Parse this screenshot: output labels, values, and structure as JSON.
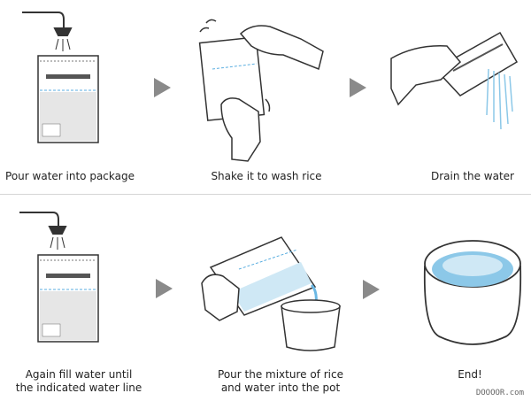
{
  "steps": [
    {
      "caption": "Pour water into package"
    },
    {
      "caption": "Shake it to wash rice"
    },
    {
      "caption": "Drain the water"
    },
    {
      "caption_line1": "Again fill water until",
      "caption_line2": "the indicated water line"
    },
    {
      "caption_line1": "Pour the mixture of rice",
      "caption_line2": "and water into the pot"
    },
    {
      "caption": "End!"
    }
  ],
  "watermark": "DOOOOR.com",
  "colors": {
    "water": "#8cc8e8",
    "arrow": "#8a8a8a",
    "line": "#333333"
  }
}
